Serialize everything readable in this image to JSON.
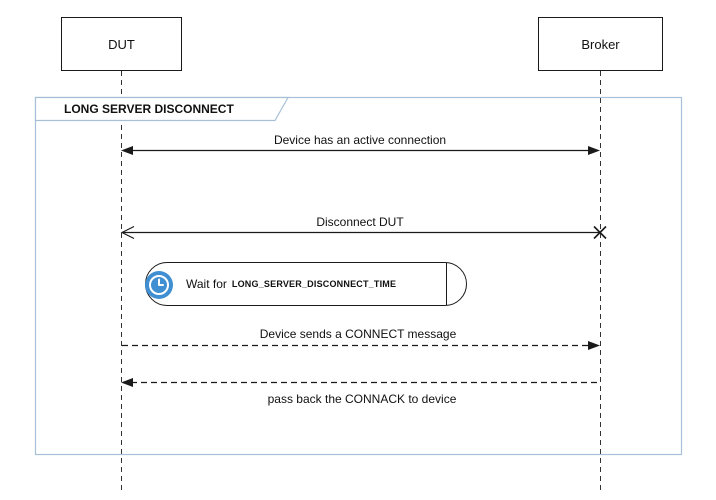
{
  "diagram": {
    "participants": [
      {
        "id": "dut",
        "label": "DUT"
      },
      {
        "id": "broker",
        "label": "Broker"
      }
    ],
    "frame": {
      "title": "LONG SERVER DISCONNECT"
    },
    "messages": [
      {
        "id": "active-connection",
        "label": "Device has an active connection",
        "from": "DUT",
        "to": "Broker",
        "style": "solid-bidirectional"
      },
      {
        "id": "disconnect-dut",
        "label": "Disconnect DUT",
        "from": "Broker",
        "to": "DUT",
        "style": "solid-open-arrow-cross"
      },
      {
        "id": "connect-message",
        "label": "Device sends a CONNECT message",
        "from": "DUT",
        "to": "Broker",
        "style": "dashed"
      },
      {
        "id": "connack",
        "label": "pass back the CONNACK to device",
        "from": "Broker",
        "to": "DUT",
        "style": "dashed"
      }
    ],
    "wait_note": {
      "prefix": "Wait for",
      "constant": "LONG_SERVER_DISCONNECT_TIME",
      "icon": "clock-icon"
    },
    "colors": {
      "frame_border": "#a7c0d8",
      "line": "#1a1a1a",
      "clock_blue": "#3f8fd2"
    }
  }
}
